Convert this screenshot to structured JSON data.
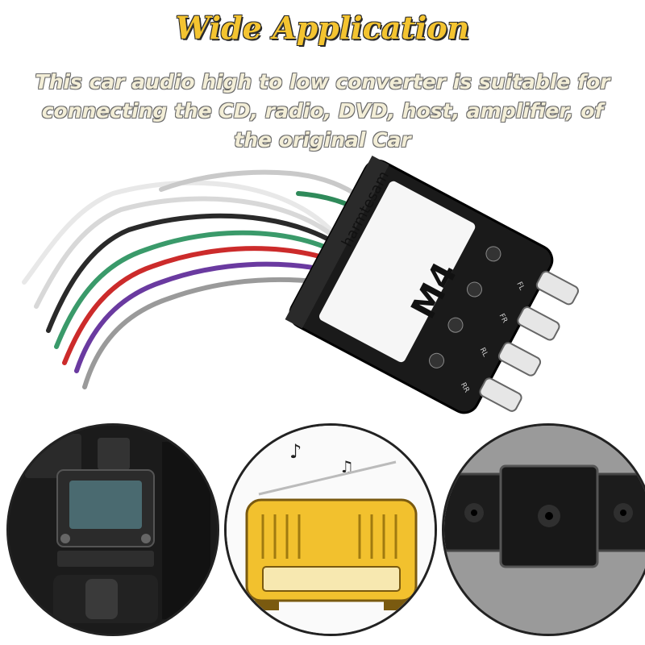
{
  "header": {
    "title": "Wide Application",
    "subtitle": "This car audio high to low converter is suitable for connecting the CD, radio, DVD, host, amplifier, of the original Car"
  },
  "product": {
    "brand": "harmtesam",
    "model": "M4",
    "channels": [
      "FL",
      "FR",
      "RL",
      "RR"
    ]
  },
  "scenes": [
    {
      "name": "car-dashboard"
    },
    {
      "name": "radio"
    },
    {
      "name": "speakers"
    }
  ],
  "colors": {
    "title": "#f4c430",
    "subtitle": "#f3eed7",
    "radio_yellow": "#f2c12e",
    "device_body": "#1a1a1a"
  }
}
